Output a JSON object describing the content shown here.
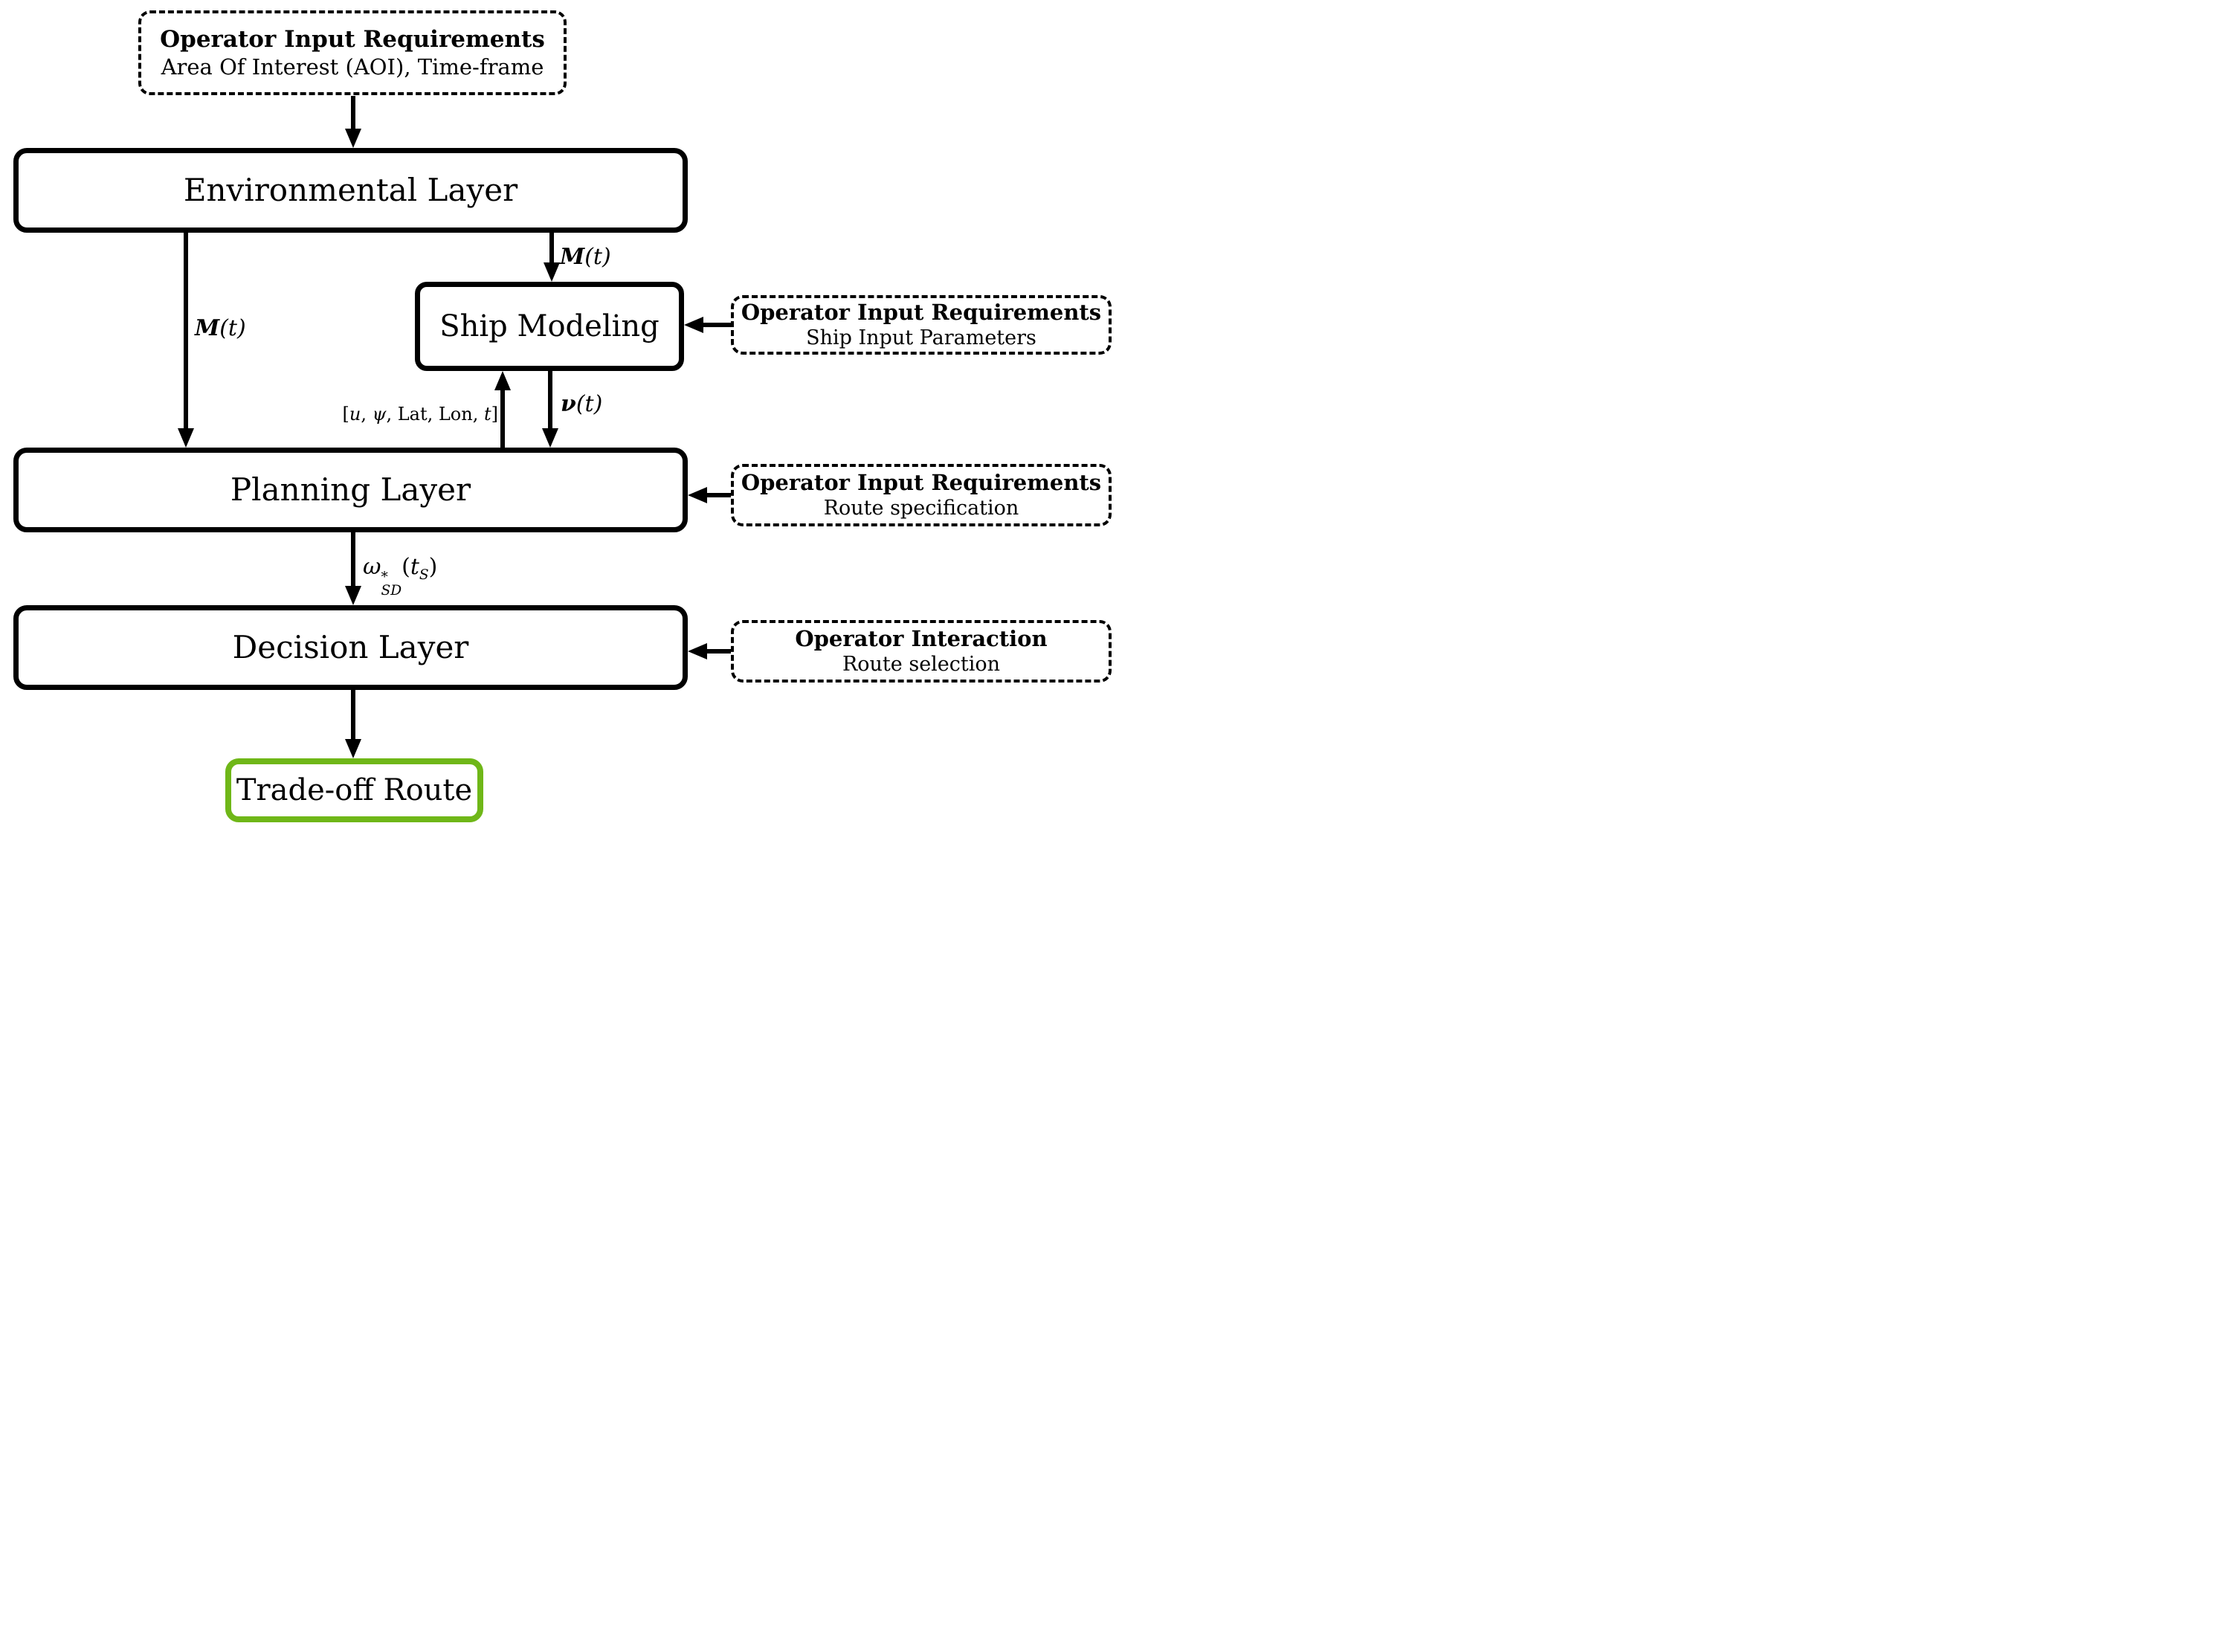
{
  "diagram": {
    "boxes": {
      "operator_top": {
        "title": "Operator Input Requirements",
        "subtitle": "Area Of Interest (AOI), Time-frame"
      },
      "environmental": {
        "label": "Environmental Layer"
      },
      "ship_modeling": {
        "label": "Ship Modeling"
      },
      "operator_ship": {
        "title": "Operator Input Requirements",
        "subtitle": "Ship Input Parameters"
      },
      "planning": {
        "title": "Operator Input Requirements",
        "label": "Planning Layer"
      },
      "operator_route_spec": {
        "title": "Operator Input Requirements",
        "subtitle": "Route specification"
      },
      "decision": {
        "label": "Decision Layer"
      },
      "operator_route_sel": {
        "title": "Operator Interaction",
        "subtitle": "Route selection"
      },
      "tradeoff": {
        "label": "Trade-off Route"
      }
    },
    "signals": {
      "m_env_planning": {
        "bold": "M",
        "rest": "(t)"
      },
      "m_env_ship": {
        "bold": "M",
        "rest": "(t)"
      },
      "nu": {
        "bold": "ν",
        "rest": "(t)"
      },
      "state_feedback": {
        "parts": [
          {
            "t": "["
          },
          {
            "t": "u"
          },
          {
            "t": ", "
          },
          {
            "t": "ψ"
          },
          {
            "t": ", Lat, Lon, "
          },
          {
            "t": "t"
          },
          {
            "t": "]"
          }
        ]
      },
      "omega": {
        "base": "ω",
        "sup": "*",
        "sub": "SD",
        "open": "(",
        "t": "t",
        "tsub": "S",
        "close": ")"
      }
    },
    "colors": {
      "line": "#000000",
      "accent_green": "#6fb718",
      "background": "#ffffff"
    }
  }
}
